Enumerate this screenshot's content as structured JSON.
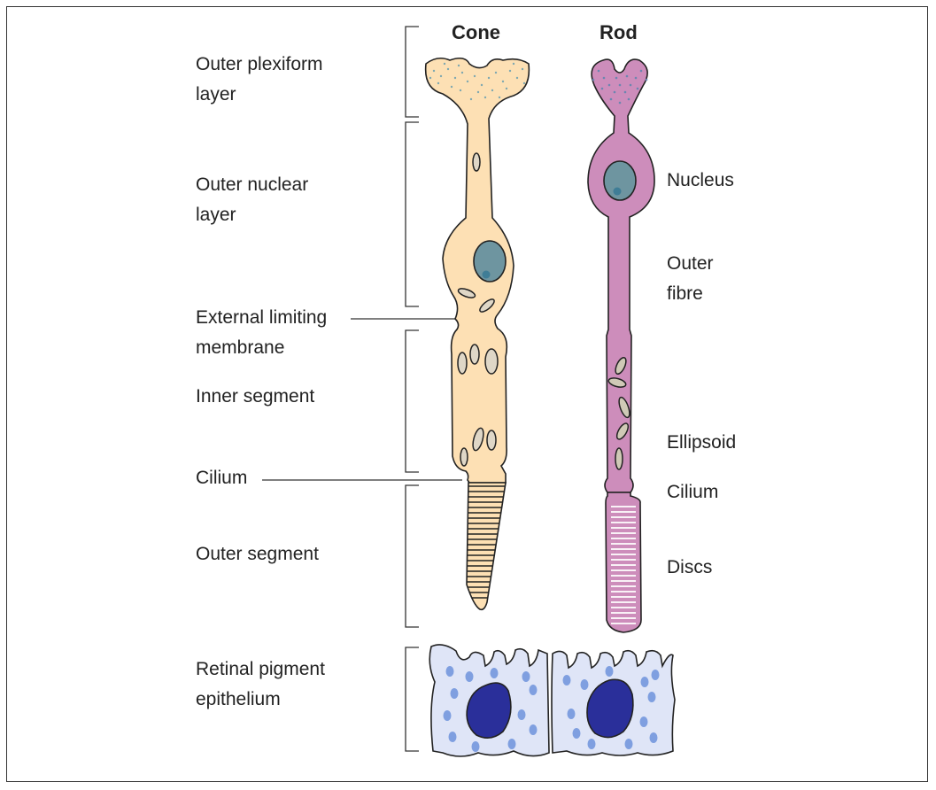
{
  "headings": {
    "cone": "Cone",
    "rod": "Rod"
  },
  "left_labels": {
    "outer_plexiform_1": "Outer plexiform",
    "outer_plexiform_2": "layer",
    "outer_nuclear_1": "Outer nuclear",
    "outer_nuclear_2": "layer",
    "external_limiting_1": "External limiting",
    "external_limiting_2": "membrane",
    "inner_segment": "Inner segment",
    "cilium": "Cilium",
    "outer_segment": "Outer segment",
    "rpe_1": "Retinal pigment",
    "rpe_2": "epithelium"
  },
  "right_labels": {
    "nucleus": "Nucleus",
    "outer_fibre_1": "Outer",
    "outer_fibre_2": "fibre",
    "ellipsoid": "Ellipsoid",
    "cilium": "Cilium",
    "discs": "Discs"
  },
  "colors": {
    "cone_fill": "#fde0b4",
    "rod_fill": "#cd8dbb",
    "rod_dark": "#a0629a",
    "nucleus_fill": "#6e95a0",
    "rpe_fill": "#dfe5f7",
    "rpe_nucleus": "#2a2f9a",
    "rpe_granule": "#7f9fe0",
    "outline": "#222222",
    "dots": "#7fa8b0"
  }
}
